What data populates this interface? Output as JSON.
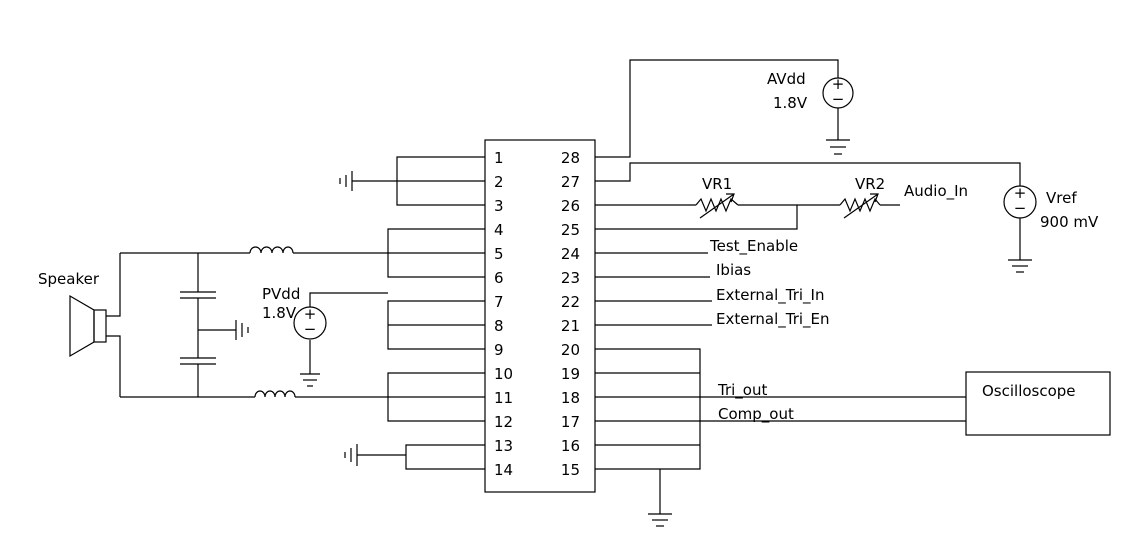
{
  "chip": {
    "left_pins": [
      "1",
      "2",
      "3",
      "4",
      "5",
      "6",
      "7",
      "8",
      "9",
      "10",
      "11",
      "12",
      "13",
      "14"
    ],
    "right_pins": [
      "28",
      "27",
      "26",
      "25",
      "24",
      "23",
      "22",
      "21",
      "20",
      "19",
      "18",
      "17",
      "16",
      "15"
    ]
  },
  "components": {
    "avdd": {
      "name": "AVdd",
      "value": "1.8V"
    },
    "pvdd": {
      "name": "PVdd",
      "value": "1.8V"
    },
    "vref": {
      "name": "Vref",
      "value": "900 mV"
    },
    "vr1": "VR1",
    "vr2": "VR2",
    "speaker": "Speaker",
    "oscilloscope": "Oscilloscope"
  },
  "nets": {
    "audio_in": "Audio_In",
    "test_enable": "Test_Enable",
    "ibias": "Ibias",
    "external_tri_in": "External_Tri_In",
    "external_tri_en": "External_Tri_En",
    "tri_out": "Tri_out",
    "comp_out": "Comp_out"
  },
  "source_symbols": {
    "plus": "+",
    "minus": "−"
  }
}
